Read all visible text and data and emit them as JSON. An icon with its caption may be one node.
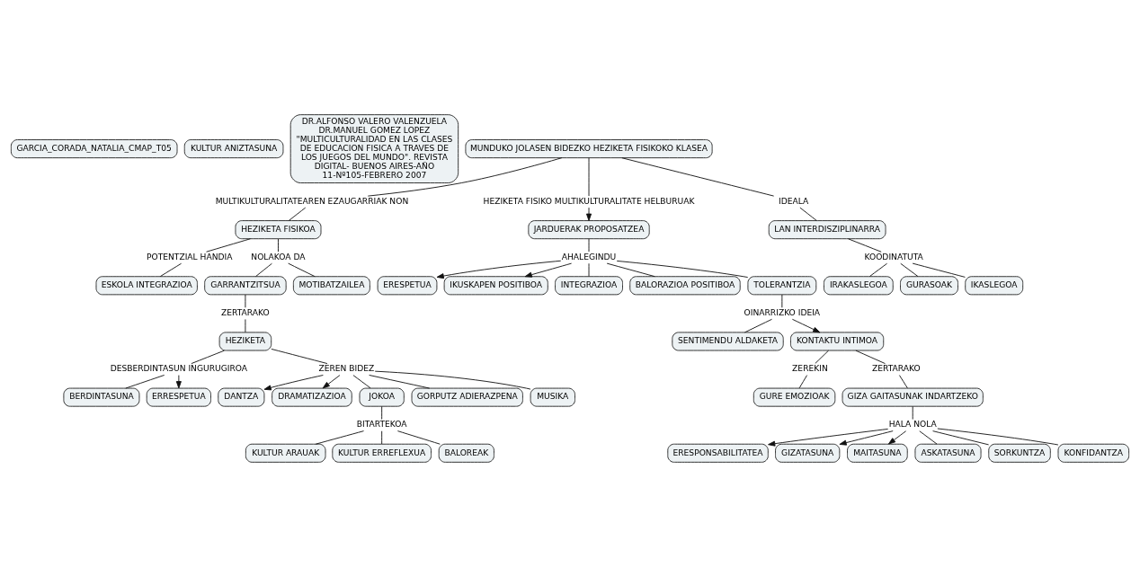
{
  "diagram": {
    "nodes": [
      {
        "text": [
          "GARCIA_CORADA_NATALIA_CMAP_T05"
        ]
      },
      {
        "text": [
          "KULTUR ANIZTASUNA"
        ]
      },
      {
        "text": [
          "DR.ALFONSO VALERO VALENZUELA DR.MANUEL GOMEZ LOPEZ \"MULTICULTURALIDAD EN LAS CLASES DE EDUCACION FISICA A TRAVES DE LOS JUEGOS DEL MUNDO\". REVISTA DIGITAL- BUENOS AIRES-AÑO 11-Nº105-FEBRERO 2007"
        ]
      },
      {
        "text": [
          "MUNDUKO JOLASEN BIDEZKO HEZIKETA FISIKOKO KLASEA"
        ]
      },
      {
        "text": [
          "MULTIKULTURALITATEAREN EZAUGARRIAK NON"
        ]
      },
      {
        "text": [
          "HEZIKETA FISIKO MULTIKULTURALITATE HELBURUAK"
        ]
      },
      {
        "text": [
          "IDEALA"
        ]
      },
      {
        "text": [
          "HEZIKETA FISIKOA"
        ]
      },
      {
        "text": [
          "JARDUERAK PROPOSATZEA"
        ]
      },
      {
        "text": [
          "LAN INTERDISZIPLINARRA"
        ]
      },
      {
        "text": [
          "ERESPETUA"
        ]
      },
      {
        "text": [
          "AHALEGINDU"
        ]
      },
      {
        "text": [
          "IKUSKAPEN POSITIBOA"
        ]
      },
      {
        "text": [
          "POTENTZIAL HANDIA"
        ]
      },
      {
        "text": [
          "NOLAKOA DA"
        ]
      },
      {
        "text": [
          "INTEGRAZIOA"
        ]
      },
      {
        "text": [
          "BALORAZIOA POSITIBOA"
        ]
      },
      {
        "text": [
          "KOODINATUTA"
        ]
      },
      {
        "text": [
          "IRAKASLEGOA"
        ]
      },
      {
        "text": [
          "GURASOAK"
        ]
      },
      {
        "text": [
          "IKASLEGOA"
        ]
      },
      {
        "text": [
          "ESKOLA INTEGRAZIOA"
        ]
      },
      {
        "text": [
          "GARRANTZITSUA"
        ]
      },
      {
        "text": [
          "MOTIBATZAILEA"
        ]
      },
      {
        "text": [
          "TOLERANTZIA"
        ]
      },
      {
        "text": [
          "ZERTARAKO"
        ]
      },
      {
        "text": [
          "OINARRIZKO IDEIA"
        ]
      },
      {
        "text": [
          "SENTIMENDU ALDAKETA"
        ]
      },
      {
        "text": [
          "HEZIKETA"
        ]
      },
      {
        "text": [
          "KONTAKTU INTIMOA"
        ]
      },
      {
        "text": [
          "DESBERDINTASUN INGURUGIROA"
        ]
      },
      {
        "text": [
          "ZEREKIN"
        ]
      },
      {
        "text": [
          "ZERTARAKO"
        ]
      },
      {
        "text": [
          "ZEREN BIDEZ"
        ]
      },
      {
        "text": [
          "DANTZA"
        ]
      },
      {
        "text": [
          "BERDINTASUNA"
        ]
      },
      {
        "text": [
          "ERRESPETUA"
        ]
      },
      {
        "text": [
          "DRAMATIZAZIOA"
        ]
      },
      {
        "text": [
          "GURE EMOZIOAK"
        ]
      },
      {
        "text": [
          "GIZA GAITASUNAK INDARTZEKO"
        ]
      },
      {
        "text": [
          "JOKOA"
        ]
      },
      {
        "text": [
          "GORPUTZ ADIERAZPENA"
        ]
      },
      {
        "text": [
          "MUSIKA"
        ]
      },
      {
        "text": [
          "HALA NOLA"
        ]
      },
      {
        "text": [
          "ERESPONSABILITATEA"
        ]
      },
      {
        "text": [
          "GIZATASUNA"
        ]
      },
      {
        "text": [
          "MAITASUNA"
        ]
      },
      {
        "text": [
          "ASKATASUNA"
        ]
      },
      {
        "text": [
          "BITARTEKOA"
        ]
      },
      {
        "text": [
          "KULTUR ARAUAK"
        ]
      },
      {
        "text": [
          "KULTUR ERREFLEXUA"
        ]
      },
      {
        "text": [
          "SORKUNTZA"
        ]
      },
      {
        "text": [
          "KONFIDANTZA"
        ]
      },
      {
        "text": [
          "BALOREAK"
        ]
      }
    ],
    "edges": [
      {
        "from": 3,
        "to": 4,
        "arrow": "none"
      },
      {
        "from": 4,
        "to": 7,
        "arrow": "none"
      },
      {
        "from": 3,
        "to": 5,
        "arrow": "none"
      },
      {
        "from": 5,
        "to": 8,
        "arrow": "to"
      },
      {
        "from": 3,
        "to": 6,
        "arrow": "none"
      },
      {
        "from": 6,
        "to": 9,
        "arrow": "none"
      },
      {
        "from": 7,
        "to": 13,
        "arrow": "none"
      },
      {
        "from": 13,
        "to": 21,
        "arrow": "none"
      },
      {
        "from": 7,
        "to": 14,
        "arrow": "none"
      },
      {
        "from": 14,
        "to": 22,
        "arrow": "none"
      },
      {
        "from": 14,
        "to": 23,
        "arrow": "none"
      },
      {
        "from": 22,
        "to": 25,
        "arrow": "none"
      },
      {
        "from": 25,
        "to": 28,
        "arrow": "none"
      },
      {
        "from": 28,
        "to": 33,
        "arrow": "none"
      },
      {
        "from": 33,
        "to": 37,
        "arrow": "to"
      },
      {
        "from": 33,
        "to": 40,
        "arrow": "none"
      },
      {
        "from": 33,
        "to": 42,
        "arrow": "none"
      },
      {
        "from": 33,
        "to": 41,
        "arrow": "none"
      },
      {
        "from": 33,
        "to": 34,
        "arrow": "to"
      },
      {
        "from": 28,
        "to": 30,
        "arrow": "none"
      },
      {
        "from": 30,
        "to": 35,
        "arrow": "none"
      },
      {
        "from": 30,
        "to": 36,
        "arrow": "to"
      },
      {
        "from": 40,
        "to": 48,
        "arrow": "none"
      },
      {
        "from": 48,
        "to": 49,
        "arrow": "none"
      },
      {
        "from": 48,
        "to": 53,
        "arrow": "none"
      },
      {
        "from": 48,
        "to": 50,
        "arrow": "none"
      },
      {
        "from": 8,
        "to": 11,
        "arrow": "none"
      },
      {
        "from": 11,
        "to": 10,
        "arrow": "to"
      },
      {
        "from": 11,
        "to": 15,
        "arrow": "none"
      },
      {
        "from": 11,
        "to": 24,
        "arrow": "none"
      },
      {
        "from": 11,
        "to": 16,
        "arrow": "none"
      },
      {
        "from": 11,
        "to": 12,
        "arrow": "to"
      },
      {
        "from": 24,
        "to": 26,
        "arrow": "none"
      },
      {
        "from": 26,
        "to": 27,
        "arrow": "none"
      },
      {
        "from": 26,
        "to": 29,
        "arrow": "to"
      },
      {
        "from": 29,
        "to": 31,
        "arrow": "none"
      },
      {
        "from": 31,
        "to": 38,
        "arrow": "none"
      },
      {
        "from": 29,
        "to": 32,
        "arrow": "none"
      },
      {
        "from": 32,
        "to": 39,
        "arrow": "none"
      },
      {
        "from": 39,
        "to": 43,
        "arrow": "none"
      },
      {
        "from": 43,
        "to": 44,
        "arrow": "to"
      },
      {
        "from": 43,
        "to": 46,
        "arrow": "to"
      },
      {
        "from": 43,
        "to": 51,
        "arrow": "none"
      },
      {
        "from": 43,
        "to": 52,
        "arrow": "none"
      },
      {
        "from": 43,
        "to": 47,
        "arrow": "none"
      },
      {
        "from": 43,
        "to": 45,
        "arrow": "to"
      },
      {
        "from": 9,
        "to": 17,
        "arrow": "none"
      },
      {
        "from": 17,
        "to": 18,
        "arrow": "none"
      },
      {
        "from": 17,
        "to": 19,
        "arrow": "none"
      },
      {
        "from": 17,
        "to": 20,
        "arrow": "none"
      }
    ]
  }
}
